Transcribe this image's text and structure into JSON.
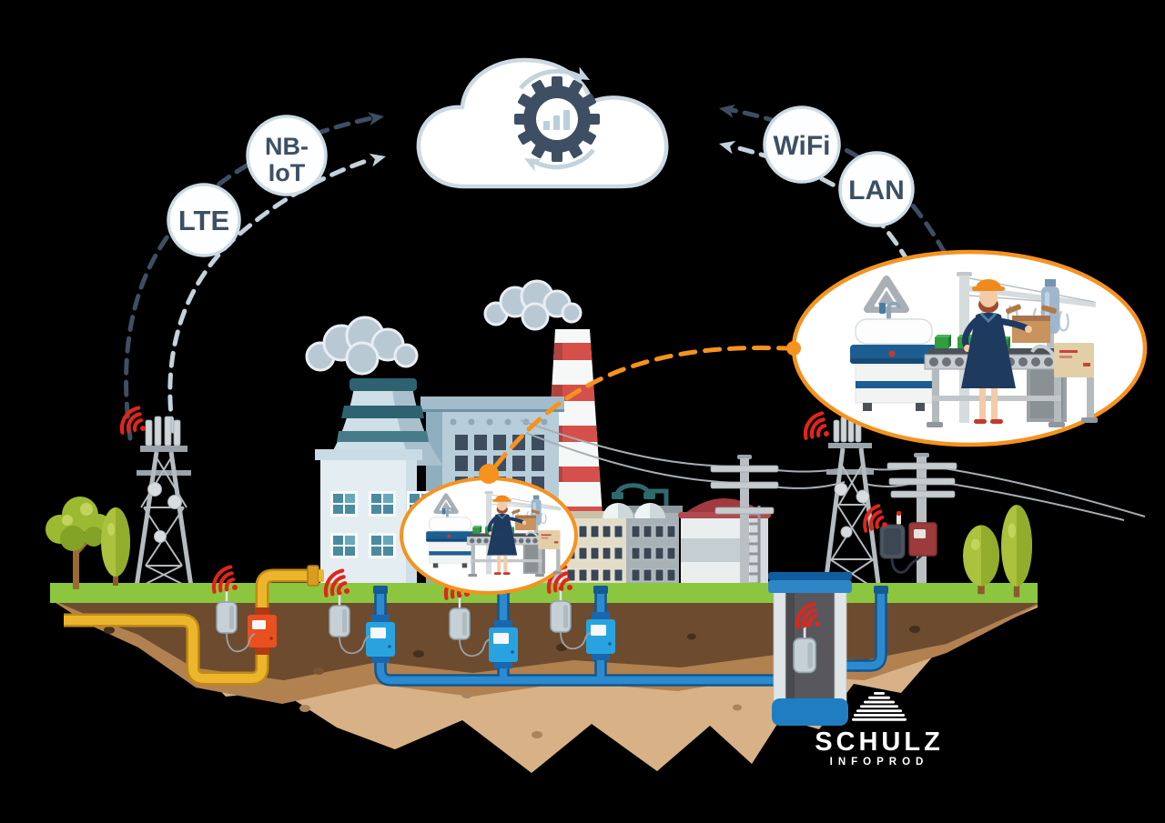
{
  "page": {
    "background": "#000000",
    "description": "IoT connected smart utilities illustration with cloud platform, factory, underground metering and radio links"
  },
  "cloud": {
    "name": "cloud-computing-platform",
    "icon": "gear-sync-analytics-icon"
  },
  "connectivity": {
    "lte": "LTE",
    "nbiot_line1": "NB-",
    "nbiot_line2": "IoT",
    "wifi": "WiFi",
    "lan": "LAN"
  },
  "logo": {
    "title": "SCHULZ",
    "subtitle": "INFOPROD"
  },
  "colors": {
    "accent_orange": "#F6921E",
    "signal_red": "#E1251B",
    "slate": "#3E4F63",
    "dash_light": "#C3D2DB",
    "cloud_outline": "#CCD9E2",
    "grass": "#8CC63F",
    "soil_dark": "#6D4B2F",
    "soil_mid": "#B28150",
    "soil_light": "#D8B286",
    "gas_pipe_yellow": "#ECB52C",
    "water_pipe_blue": "#2B8AD0",
    "water_meter_blue": "#29A3DF",
    "gas_meter_red": "#E8501F",
    "transformer_dark_red": "#9C3B3B"
  },
  "icons": [
    "gear-sync-analytics-icon",
    "wifi-signal-icon",
    "warning-triangle-icon",
    "cloud-icon"
  ]
}
